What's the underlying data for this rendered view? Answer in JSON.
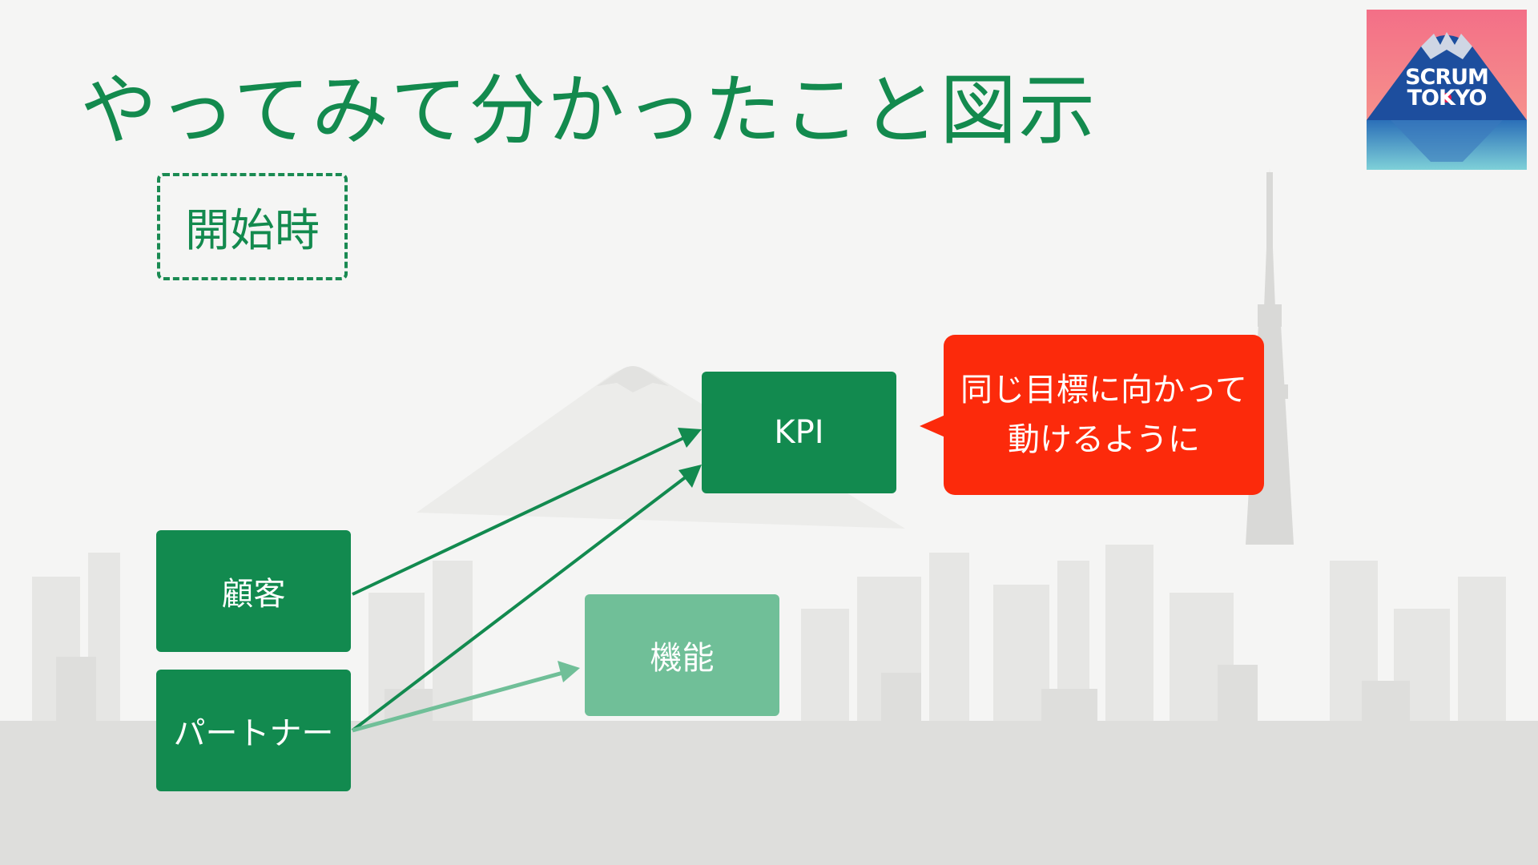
{
  "slide": {
    "title": "やってみて分かったこと図示",
    "stage_label": "開始時"
  },
  "nodes": {
    "kpi": "KPI",
    "customer": "顧客",
    "partner": "パートナー",
    "feature": "機能"
  },
  "callout": {
    "line1": "同じ目標に向かって",
    "line2": "動けるように"
  },
  "logo": {
    "line1": "SCRUM",
    "line2": "TOKYO"
  },
  "colors": {
    "accent_green": "#128a4f",
    "faded_green": "#70bf98",
    "callout_red": "#fc2a0b",
    "logo_pink": "#f36f87",
    "logo_blue": "#1d4e9e"
  }
}
